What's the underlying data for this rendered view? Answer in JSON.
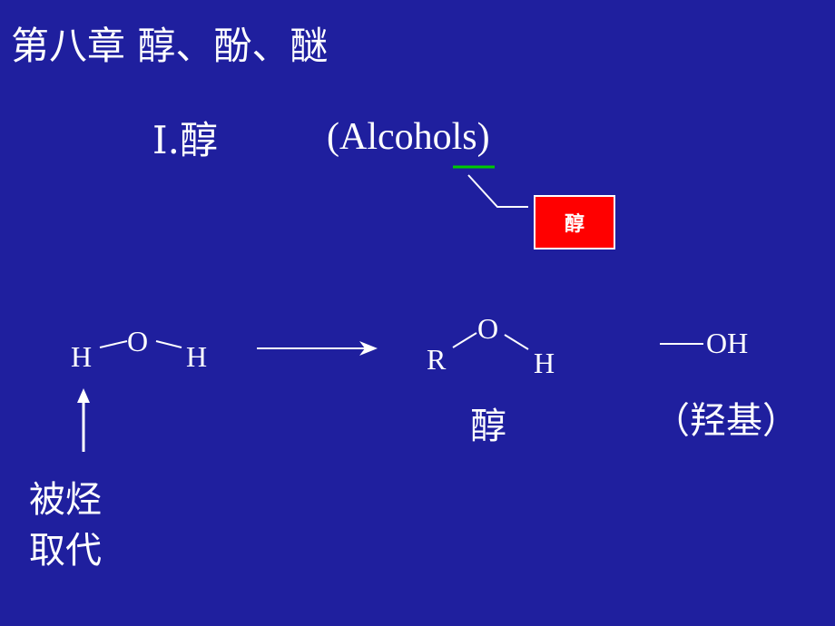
{
  "slide": {
    "title": "第八章  醇、酚、醚",
    "section_label": "I.醇",
    "english_term": "(Alcohols)",
    "callout_label": "醇"
  },
  "water": {
    "left_h": "H",
    "oxygen": "O",
    "right_h": "H"
  },
  "alcohol": {
    "r_group": "R",
    "oxygen": "O",
    "hydrogen": "H",
    "name": "醇"
  },
  "hydroxyl": {
    "formula": "OH",
    "name": "（羟基）"
  },
  "substitution": {
    "line1": "被烃",
    "line2": "取代"
  },
  "colors": {
    "background": "#1f1f9e",
    "text": "#ffffff",
    "callout_fill": "#ff0000",
    "underline": "#00cc00"
  }
}
